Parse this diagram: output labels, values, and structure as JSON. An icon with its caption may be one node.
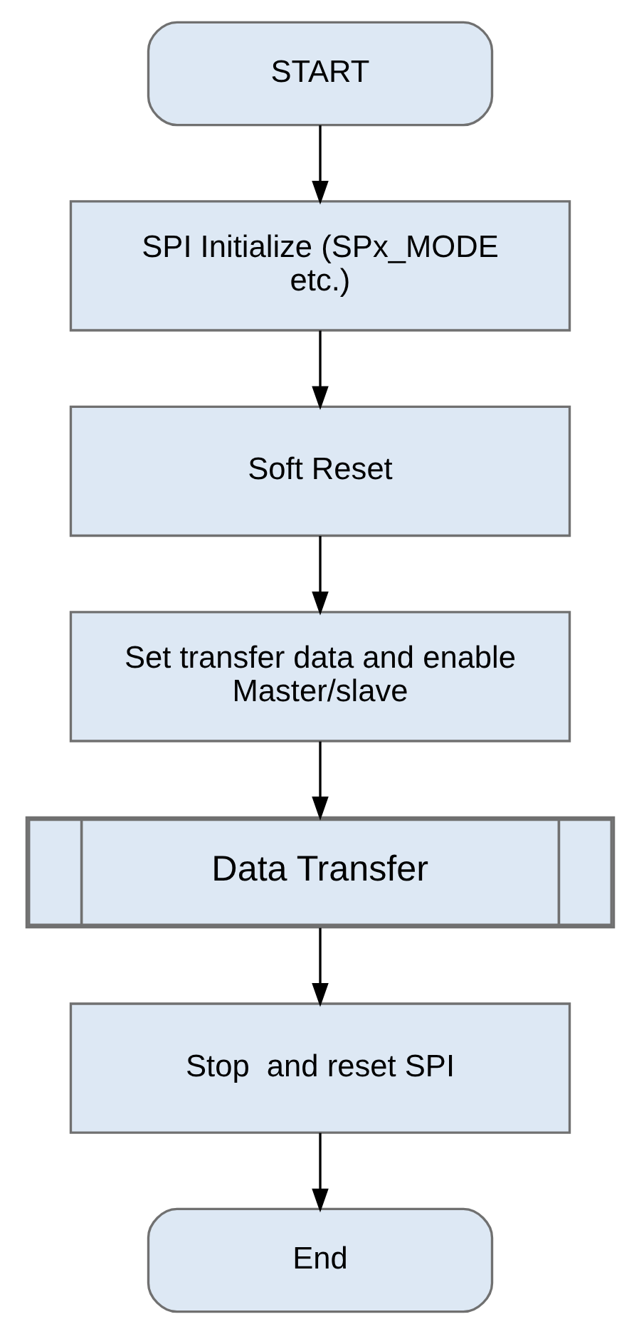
{
  "diagram": {
    "nodes": [
      {
        "text": [
          "START"
        ]
      },
      {
        "text": [
          "SPI Initialize (SPx_MODE etc.)"
        ]
      },
      {
        "text": [
          "Soft Reset"
        ]
      },
      {
        "text": [
          "Set transfer data and enable Master/slave"
        ]
      },
      {
        "text": [
          "Data Transfer"
        ]
      },
      {
        "text": [
          "Stop  and reset SPI"
        ]
      },
      {
        "text": [
          "End"
        ]
      }
    ],
    "edges": [
      {
        "from": 0,
        "to": 1,
        "arrow": "to"
      },
      {
        "from": 1,
        "to": 2,
        "arrow": "to"
      },
      {
        "from": 2,
        "to": 3,
        "arrow": "to"
      },
      {
        "from": 3,
        "to": 4,
        "arrow": "to"
      },
      {
        "from": 4,
        "to": 5,
        "arrow": "to"
      },
      {
        "from": 5,
        "to": 6,
        "arrow": "to"
      }
    ]
  }
}
